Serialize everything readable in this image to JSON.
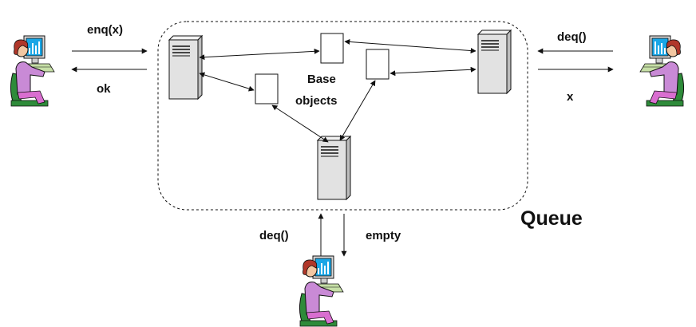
{
  "labels": {
    "enq_x": "enq(x)",
    "ok": "ok",
    "deq_right": "deq()",
    "x_right": "x",
    "deq_bottom": "deq()",
    "empty": "empty",
    "base": "Base",
    "objects": "objects",
    "queue": "Queue"
  },
  "colors": {
    "stroke": "#111111",
    "server_body": "#e2e2e2",
    "shirt": "#c98ad6",
    "skin": "#f3c7a2",
    "hair": "#b0372a",
    "monitor_screen": "#1aa6e6",
    "chair": "#2e8b3a",
    "keyboard": "#c6dfa6"
  },
  "icons": {
    "client": "user-at-computer-icon",
    "server": "server-tower-icon",
    "base_object": "document-icon"
  }
}
